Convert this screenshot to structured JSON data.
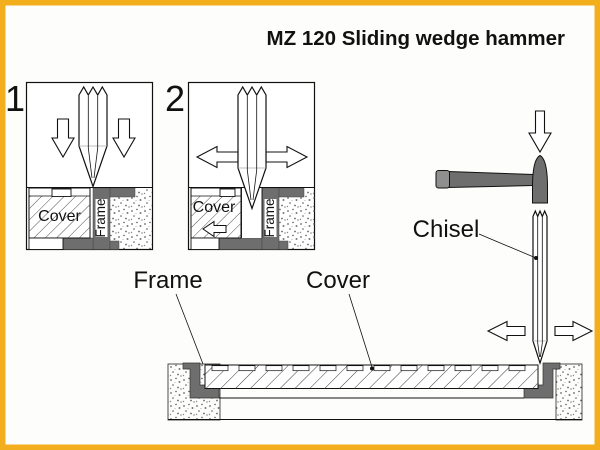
{
  "title": "MZ 120 Sliding wedge hammer",
  "panels": {
    "step1": {
      "number": "1",
      "cover_label": "Cover",
      "frame_label": "Frame"
    },
    "step2": {
      "number": "2",
      "cover_label": "Cover",
      "frame_label": "Frame"
    }
  },
  "tool_view": {
    "chisel_label": "Chisel"
  },
  "section_view": {
    "frame_label": "Frame",
    "cover_label": "Cover"
  },
  "colors": {
    "border_yellow": "#F2AE1C",
    "steel_gray": "#6E6E6E",
    "handle_cap_gray": "#8F8F8F",
    "outline_black": "#111111",
    "background": "#FDFDFB"
  }
}
